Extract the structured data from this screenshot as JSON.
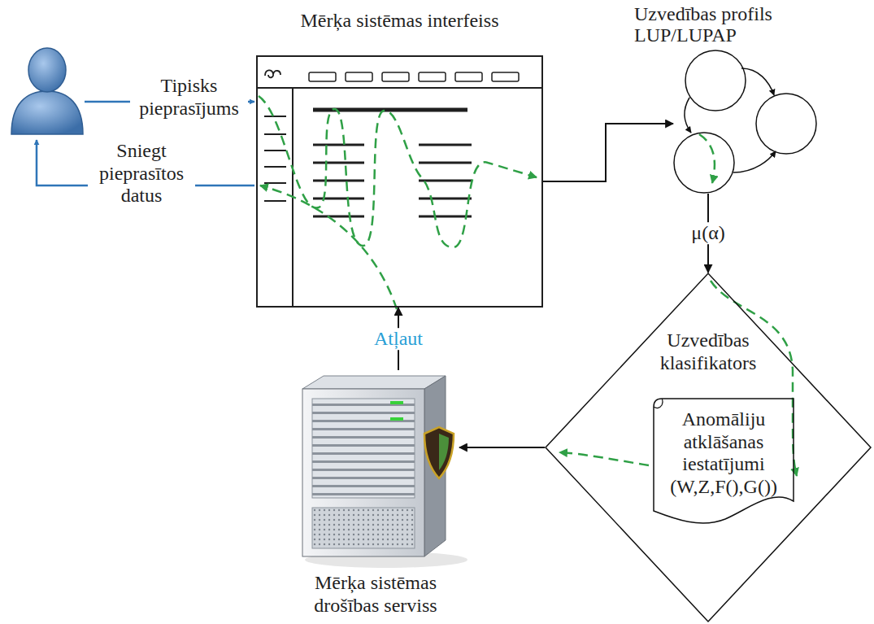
{
  "diagram": {
    "nodes": [
      {
        "text": [
          "Mērķa sistēmas interfeiss"
        ]
      },
      {
        "text": [
          "Uzvedības profils LUP/LUPAP"
        ]
      },
      {
        "text": [
          "Uzvedības klasifikators"
        ]
      },
      {
        "text": [
          "Anomāliju atklāšanas iestatījumi (W,Z,F(),G())"
        ],
        "in": 2
      },
      {
        "text": [
          "Mērķa sistēmas drošības serviss"
        ]
      }
    ],
    "edges": [
      {
        "from": 0,
        "to": 1,
        "arrow": "to"
      },
      {
        "from": 1,
        "to": 2,
        "label": "μ(α)",
        "arrow": "to"
      },
      {
        "from": 2,
        "to": 4,
        "arrow": "to"
      },
      {
        "from": 4,
        "to": 0,
        "label": "Atļaut",
        "arrow": "to"
      }
    ],
    "labels": [
      "Tipisks pieprasījums",
      "Sniegt pieprasītos datus"
    ]
  }
}
